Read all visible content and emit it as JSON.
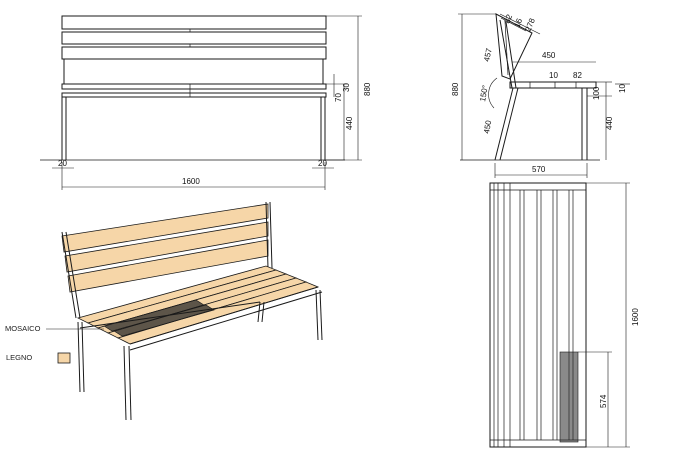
{
  "colors": {
    "wood": "#f6d6a8",
    "line": "#1a1a1a",
    "mosaic": "#2a2a2a"
  },
  "legend": {
    "mosaic_label": "MOSAICO",
    "wood_label": "LEGNO"
  },
  "front_view": {
    "dim_width": "1600",
    "dim_height": "880",
    "dim_seat": "440",
    "dim_rail_a": "70",
    "dim_rail_b": "30",
    "dim_leg_left": "20",
    "dim_leg_right": "20"
  },
  "side_view": {
    "dim_depth": "570",
    "dim_seat_depth": "450",
    "dim_back_slat": "278",
    "dim_16": "16",
    "dim_82_top": "82",
    "dim_457": "457",
    "dim_angle": "150°",
    "dim_450_leg": "450",
    "dim_880": "880",
    "dim_10_a": "10",
    "dim_82_mid": "82",
    "dim_100": "100",
    "dim_10_b": "10",
    "dim_440": "440"
  },
  "top_view": {
    "dim_length": "1600",
    "dim_mosaic": "574"
  }
}
